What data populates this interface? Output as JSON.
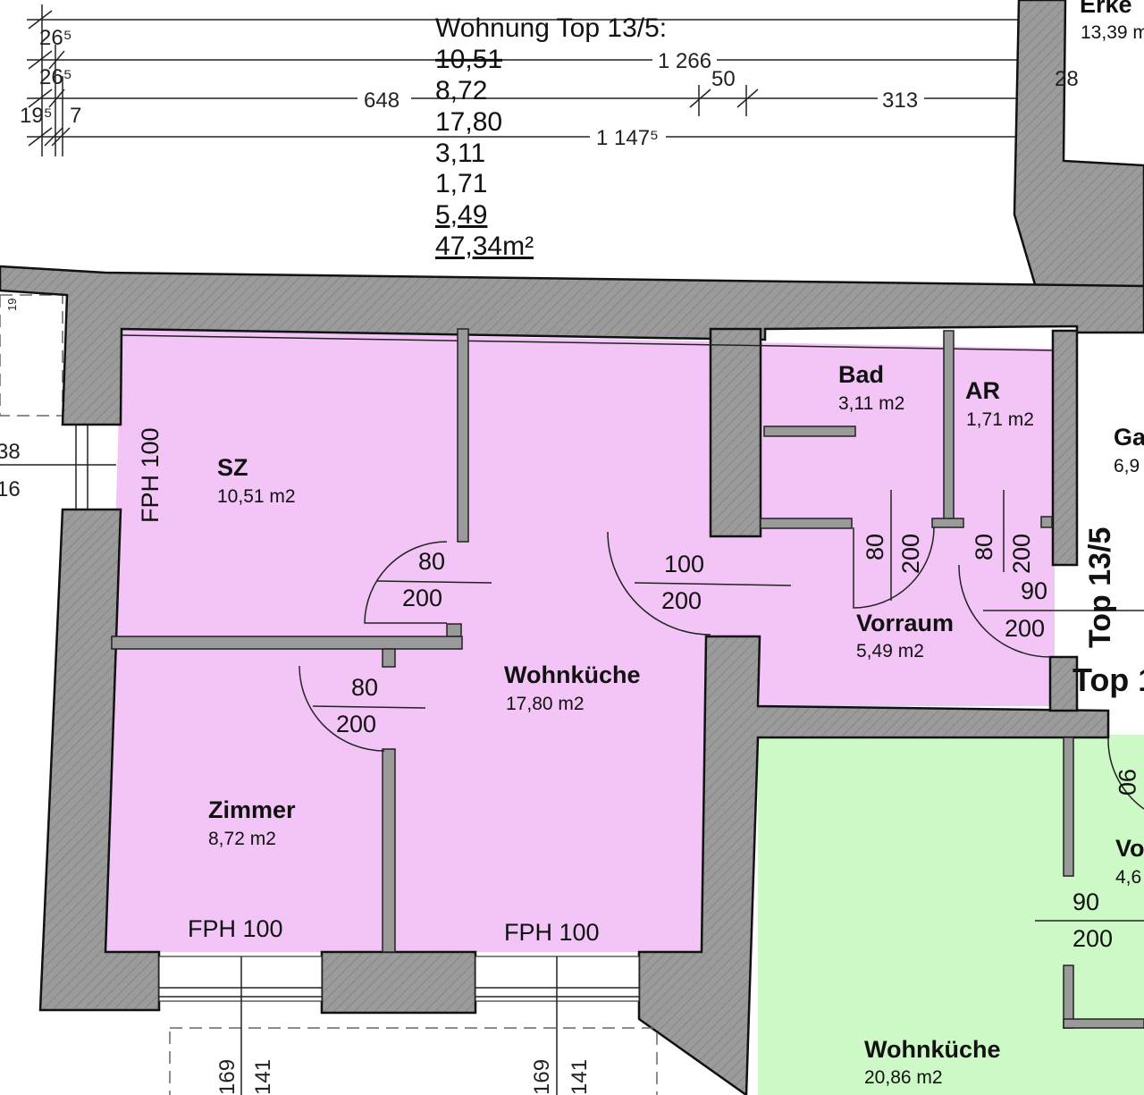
{
  "summary": {
    "title": "Wohnung Top 13/5:",
    "values": [
      "10,51",
      "8,72",
      "17,80",
      "3,11",
      "1,71",
      "5,49"
    ],
    "total": "47,34m²"
  },
  "dimensions": {
    "d1": "26⁵",
    "d2": "26⁵",
    "d3": "19⁵",
    "d4": "7",
    "d648": "648",
    "d1266": "1 266",
    "d50": "50",
    "d313": "313",
    "d28": "28",
    "d11475": "1 147⁵",
    "left38": "38",
    "left16": "16",
    "left19": "19",
    "b169a": "169",
    "b141a": "141",
    "b169b": "169",
    "b141b": "141"
  },
  "rooms": {
    "sz": {
      "name": "SZ",
      "area": "10,51 m2"
    },
    "zimmer": {
      "name": "Zimmer",
      "area": "8,72 m2"
    },
    "wohnkueche": {
      "name": "Wohnküche",
      "area": "17,80 m2"
    },
    "bad": {
      "name": "Bad",
      "area": "3,11 m2"
    },
    "ar": {
      "name": "AR",
      "area": "1,71 m2"
    },
    "vorraum": {
      "name": "Vorraum",
      "area": "5,49 m2"
    },
    "erker": {
      "name": "Erke",
      "area": "13,39 m"
    },
    "ga": {
      "name": "Ga",
      "area": "6,9"
    },
    "vo2": {
      "name": "Vo",
      "area": "4,6"
    },
    "wohnkueche2": {
      "name": "Wohnküche",
      "area": "20,86 m2"
    }
  },
  "labels": {
    "fph_sz": "FPH 100",
    "fph_zimmer": "FPH 100",
    "fph_wk": "FPH 100",
    "top135": "Top 13/5",
    "top1": "Top 1"
  },
  "doors": {
    "sz": {
      "w": "80",
      "h": "200"
    },
    "zimmer": {
      "w": "80",
      "h": "200"
    },
    "wk": {
      "w": "100",
      "h": "200"
    },
    "bad": {
      "w": "80",
      "h": "200"
    },
    "ar": {
      "w": "80",
      "h": "200"
    },
    "entry": {
      "w": "90",
      "h": "200"
    },
    "right90": "90",
    "green": {
      "w": "90",
      "h": "200"
    }
  },
  "colors": {
    "apartment": "#f2c5f6",
    "neighbor": "#ccf9c6",
    "wall": "#9b9b9b"
  }
}
